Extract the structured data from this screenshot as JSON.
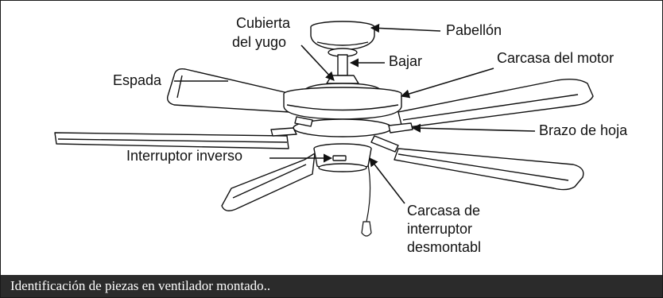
{
  "labels": {
    "canopy": "Pabellón",
    "yoke_cover": [
      "Cubierta",
      "del yugo"
    ],
    "downrod": "Bajar",
    "motor_housing": "Carcasa del motor",
    "blade": "Espada",
    "blade_arm": "Brazo de hoja",
    "reverse_switch": "Interruptor inverso",
    "switch_housing": [
      "Carcasa de",
      "interruptor",
      "desmontabl"
    ]
  },
  "caption": "Identificación de piezas en ventilador montado..",
  "colors": {
    "line": "#111111",
    "caption_bg": "#2b2b2b",
    "caption_text": "#ffffff",
    "background": "#ffffff"
  }
}
